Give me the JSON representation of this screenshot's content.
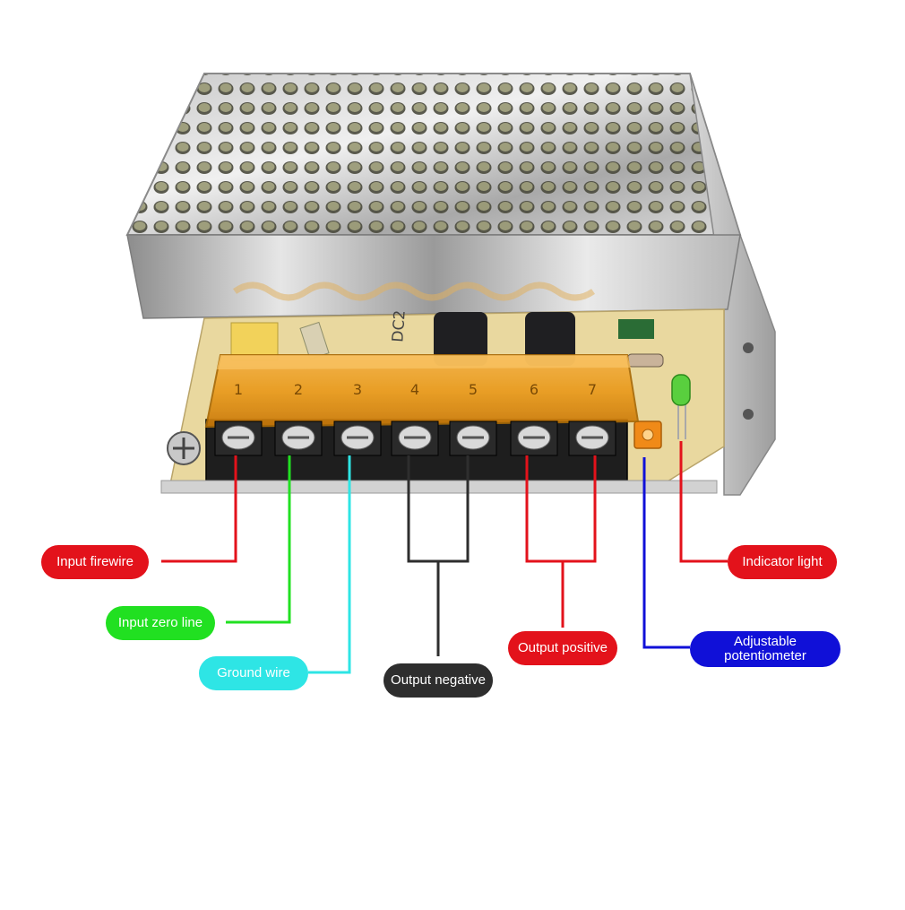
{
  "device": {
    "terminal_numbers": [
      "1",
      "2",
      "3",
      "4",
      "5",
      "6",
      "7"
    ],
    "silk_text": "DC2"
  },
  "labels": {
    "input_firewire": "Input firewire",
    "input_zero_line": "Input zero line",
    "ground_wire": "Ground wire",
    "output_negative": "Output negative",
    "output_positive": "Output positive",
    "adjustable_potentiometer_line1": "Adjustable",
    "adjustable_potentiometer_line2": "potentiometer",
    "indicator_light": "Indicator light"
  },
  "colors": {
    "red": "#e3121b",
    "green": "#21e021",
    "cyan": "#2ee5e5",
    "dark": "#2e2e2e",
    "blue": "#1010d8"
  }
}
